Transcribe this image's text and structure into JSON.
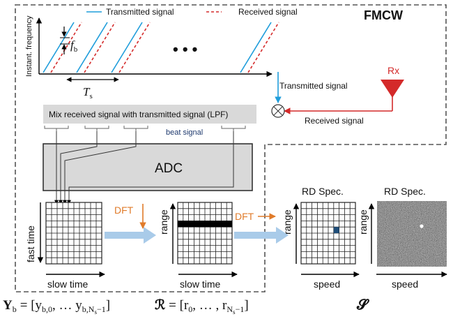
{
  "legend": {
    "transmitted": "Transmitted signal",
    "received": "Received signal"
  },
  "title": "FMCW",
  "chirp_plot": {
    "ylabel": "Instant. frequency",
    "fb_sym": "f",
    "fb_sub": "b",
    "ts_sym": "T",
    "ts_sub": "s",
    "ellipsis": "• • •"
  },
  "mixer": {
    "tx_label": "Transmitted signal",
    "rx_label": "Received signal",
    "antenna_label": "Rx"
  },
  "mix_box": {
    "label": "Mix received signal with transmitted signal (LPF)",
    "beat": "beat signal"
  },
  "adc": {
    "label": "ADC"
  },
  "matrices": {
    "fast_time": "fast time",
    "slow_time_1": "slow time",
    "dft1": "DFT",
    "range_1": "range",
    "slow_time_2": "slow time",
    "dft2": "DFT",
    "rd_title_1": "RD Spec.",
    "range_2": "range",
    "speed_1": "speed",
    "rd_title_2": "RD Spec.",
    "range_3": "range",
    "speed_2": "speed"
  },
  "equations": {
    "yb": "Y",
    "yb_sub": "b",
    "yb_rhs": "= [y",
    "yb_rhs_sub": "b,0",
    "yb_dots": ", … y",
    "yb_last_sub": "b,N",
    "yb_last_sub2": "s",
    "yb_last_sub3": "−1",
    "yb_close": "]",
    "r_lhs": "ℛ",
    "r_rhs": "= [r",
    "r_sub0": "0",
    "r_dots": ", … , r",
    "r_lastsub": "N",
    "r_lastsub2": "s",
    "r_lastsub3": "−1",
    "r_close": "]",
    "s_sym": "𝓢"
  },
  "colors": {
    "transmitted": "#1f9ddb",
    "received": "#d42a2a",
    "dft": "#e07b2a",
    "flow_arrow": "#a9cbe9",
    "panel_fill": "#d9d9d9",
    "highlight_cell": "#1f4e79"
  }
}
